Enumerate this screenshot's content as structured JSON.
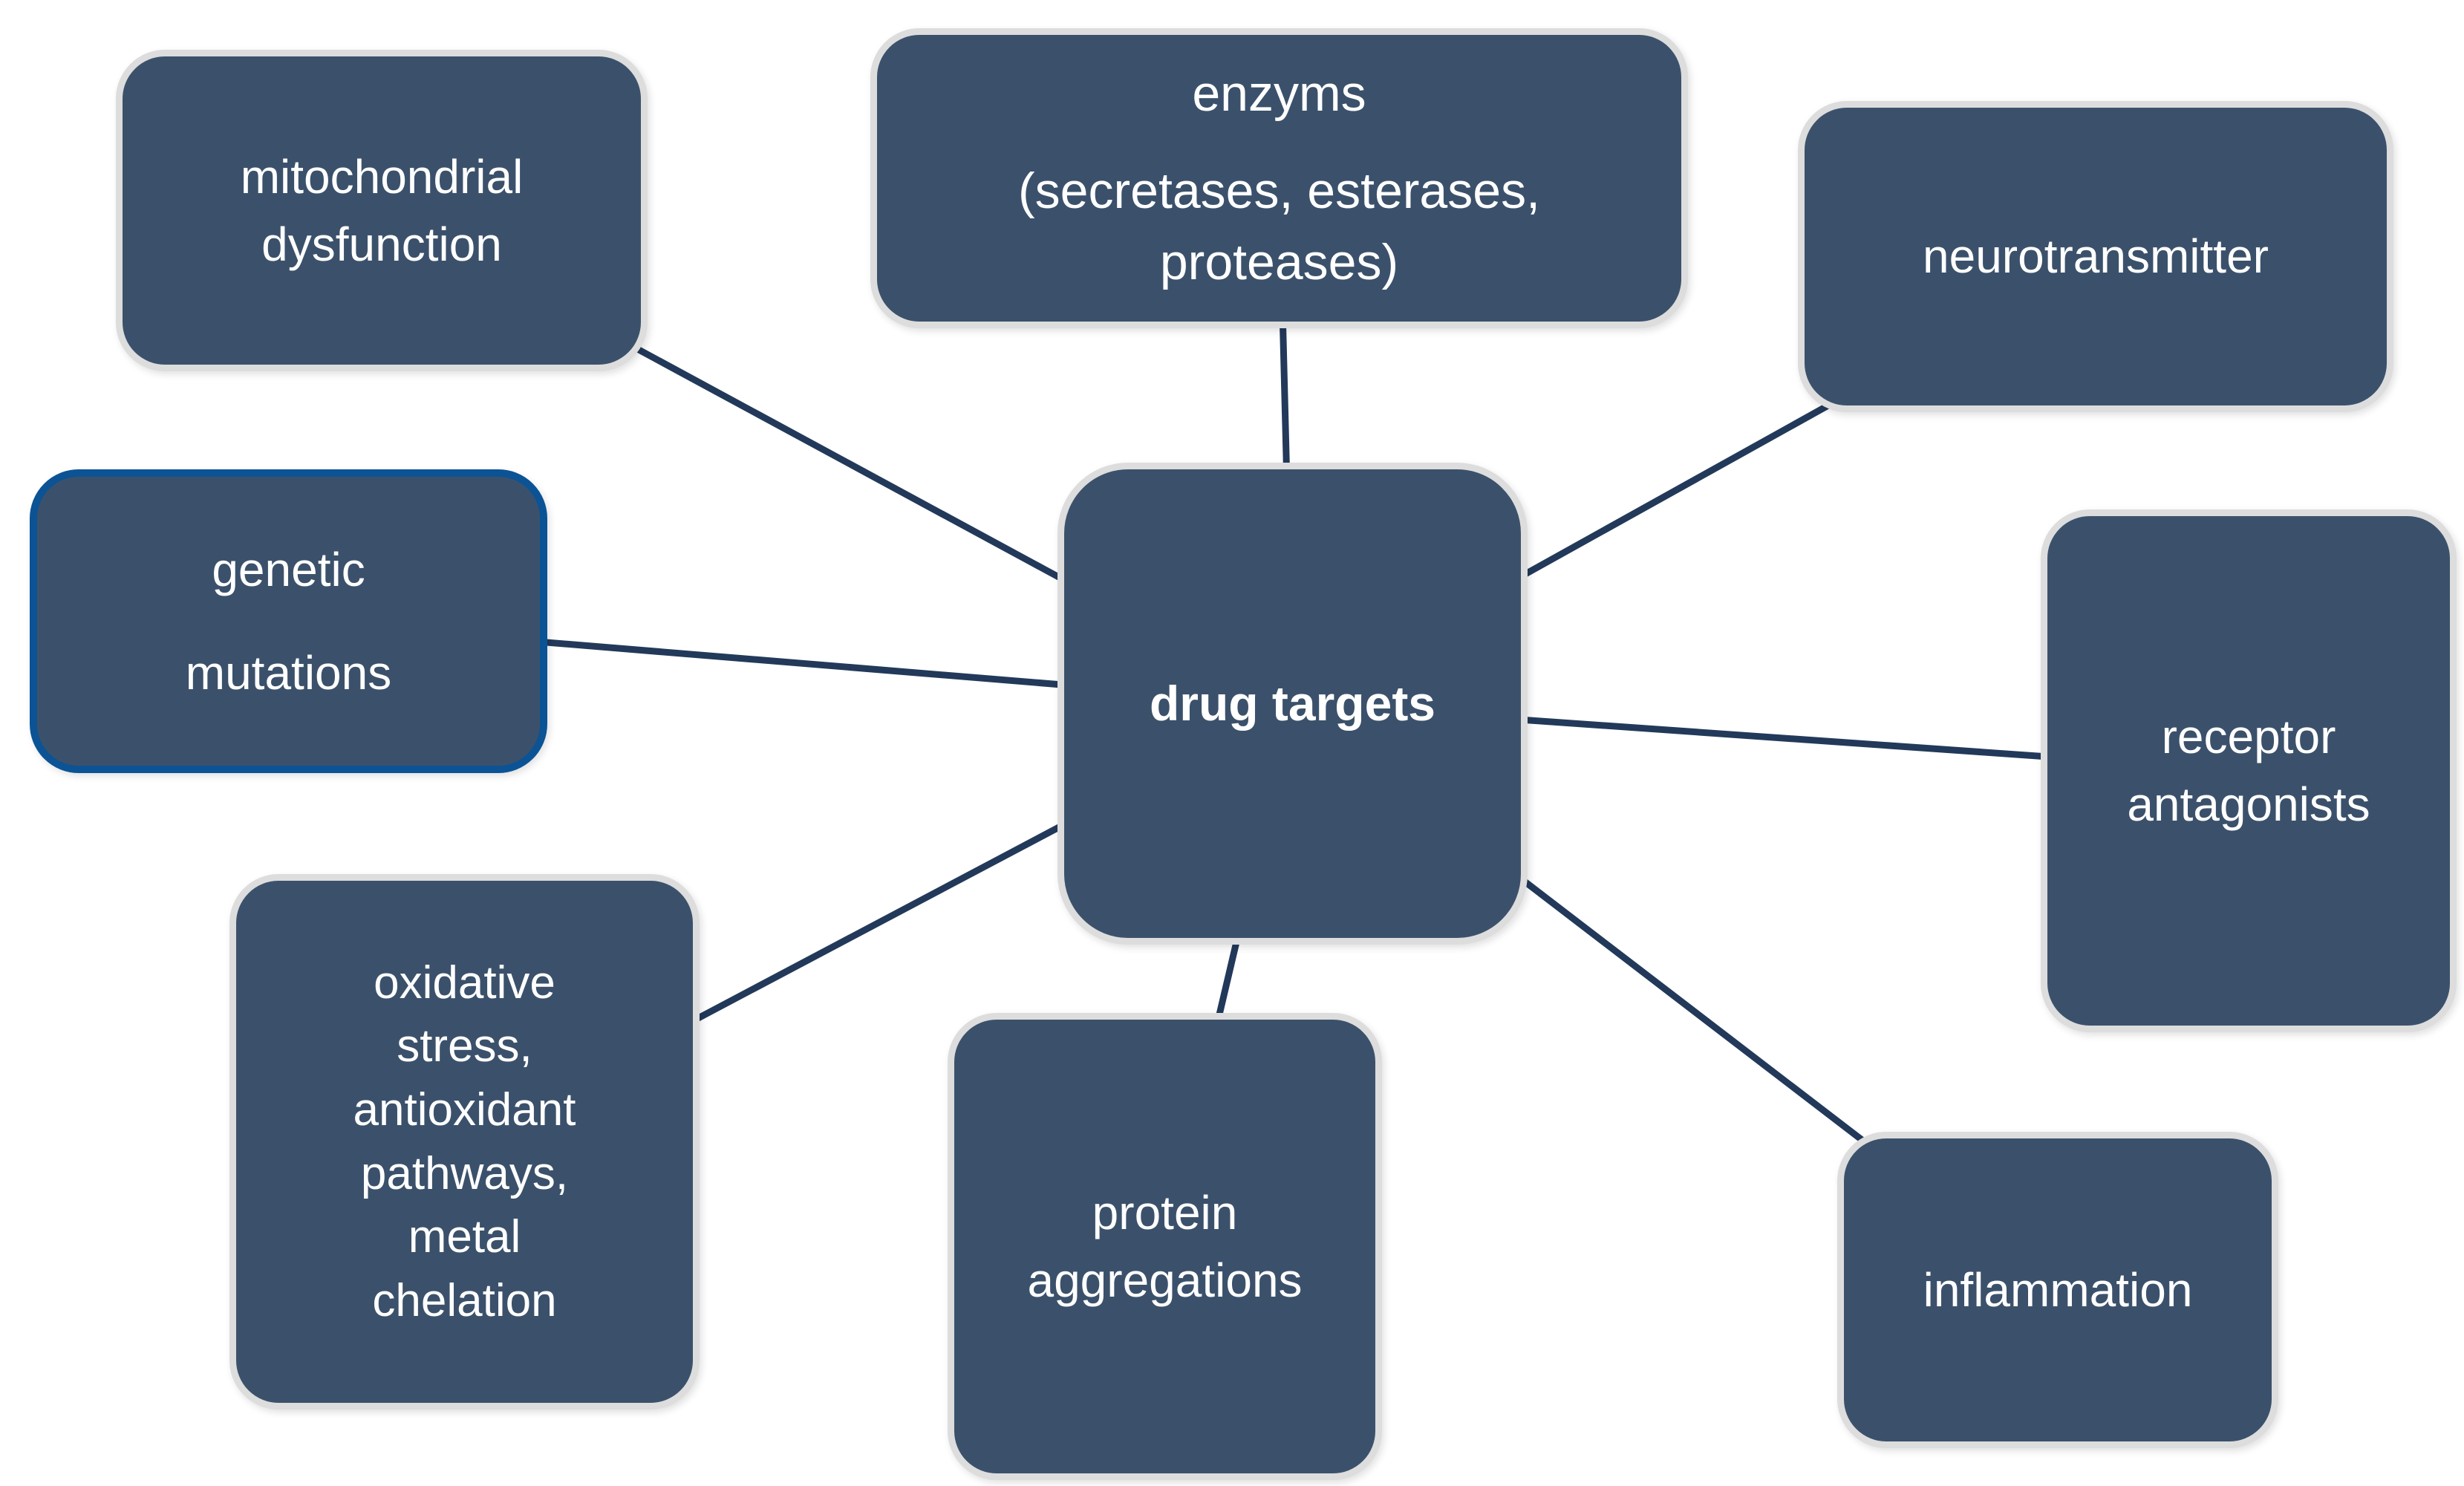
{
  "diagram": {
    "type": "radial-mind-map",
    "center": {
      "id": "drug-targets",
      "label": "drug targets"
    },
    "nodes": [
      {
        "id": "mitochondrial-dysfunction",
        "paragraphs": [
          "mitochondrial dysfunction"
        ]
      },
      {
        "id": "enzyms",
        "paragraphs": [
          "enzyms",
          "(secretases, esterases, proteases)"
        ]
      },
      {
        "id": "neurotransmitter",
        "paragraphs": [
          "neurotransmitter"
        ]
      },
      {
        "id": "genetic-mutations",
        "paragraphs": [
          "genetic",
          "mutations"
        ],
        "accent": true
      },
      {
        "id": "receptor-antagonists",
        "paragraphs": [
          "receptor antagonists"
        ]
      },
      {
        "id": "oxidative-stress",
        "paragraphs": [
          "oxidative stress, antioxidant pathways, metal chelation"
        ]
      },
      {
        "id": "protein-aggregations",
        "paragraphs": [
          "protein aggregations"
        ]
      },
      {
        "id": "inflammation",
        "paragraphs": [
          "inflammation"
        ]
      }
    ],
    "edges": [
      {
        "from": "drug-targets",
        "to": "mitochondrial-dysfunction"
      },
      {
        "from": "drug-targets",
        "to": "enzyms"
      },
      {
        "from": "drug-targets",
        "to": "neurotransmitter"
      },
      {
        "from": "drug-targets",
        "to": "genetic-mutations"
      },
      {
        "from": "drug-targets",
        "to": "receptor-antagonists"
      },
      {
        "from": "drug-targets",
        "to": "oxidative-stress"
      },
      {
        "from": "drug-targets",
        "to": "protein-aggregations"
      },
      {
        "from": "drug-targets",
        "to": "inflammation"
      }
    ]
  },
  "colors": {
    "background": "#FFFFFF",
    "node_fill": "#3B516B",
    "node_border": "#DDDDDD",
    "accent_border": "#0B5394",
    "connector": "#22395A",
    "text": "#FFFFFF"
  }
}
